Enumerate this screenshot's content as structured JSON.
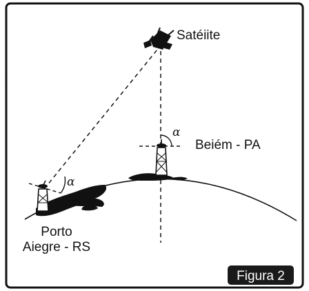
{
  "labels": {
    "satellite": "Satéiite",
    "belem": "Beiém - PA",
    "porto_line1": "Porto",
    "porto_line2": "Aiegre - RS",
    "alpha_porto": "α",
    "alpha_belem": "α"
  },
  "figure_badge": "Figura 2",
  "colors": {
    "ink": "#111111",
    "paper": "#ffffff",
    "badge_bg": "#1a1a1a"
  }
}
